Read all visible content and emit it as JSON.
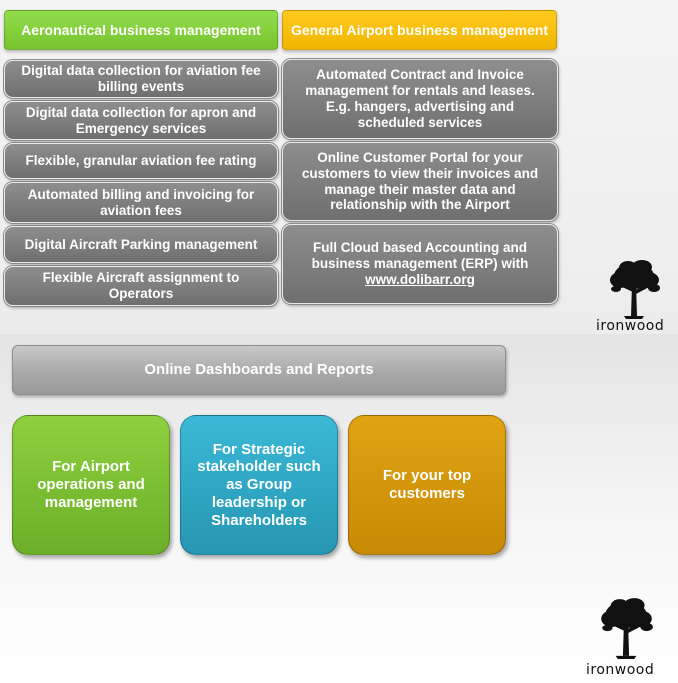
{
  "top": {
    "aero_header": "Aeronautical business management",
    "general_header": "General Airport business management",
    "aero_items": [
      "Digital data collection for aviation fee billing events",
      "Digital data collection for apron and Emergency services",
      "Flexible, granular aviation fee rating",
      "Automated billing and invoicing  for aviation fees",
      "Digital Aircraft Parking management",
      "Flexible Aircraft assignment to Operators"
    ],
    "general_items": [
      "Automated Contract and Invoice management for rentals and leases. E.g. hangers, advertising and scheduled services",
      "Online Customer Portal for your customers to view their invoices and manage their master data and relationship with the Airport"
    ],
    "erp_text": "Full Cloud based Accounting and business management (ERP) with",
    "erp_link": "www.dolibarr.org"
  },
  "bottom": {
    "dashboard_label": "Online Dashboards and Reports",
    "cards": [
      "For Airport operations and management",
      "For Strategic stakeholder such as Group leadership or Shareholders",
      "For your top customers"
    ]
  },
  "logo": {
    "text": "ironwood",
    "icon": "tree-icon"
  },
  "colors": {
    "green": "#7ac533",
    "yellow": "#f7bd00",
    "gray": "#7f7f7f",
    "teal": "#2ea6c4",
    "gold": "#d4960a"
  }
}
